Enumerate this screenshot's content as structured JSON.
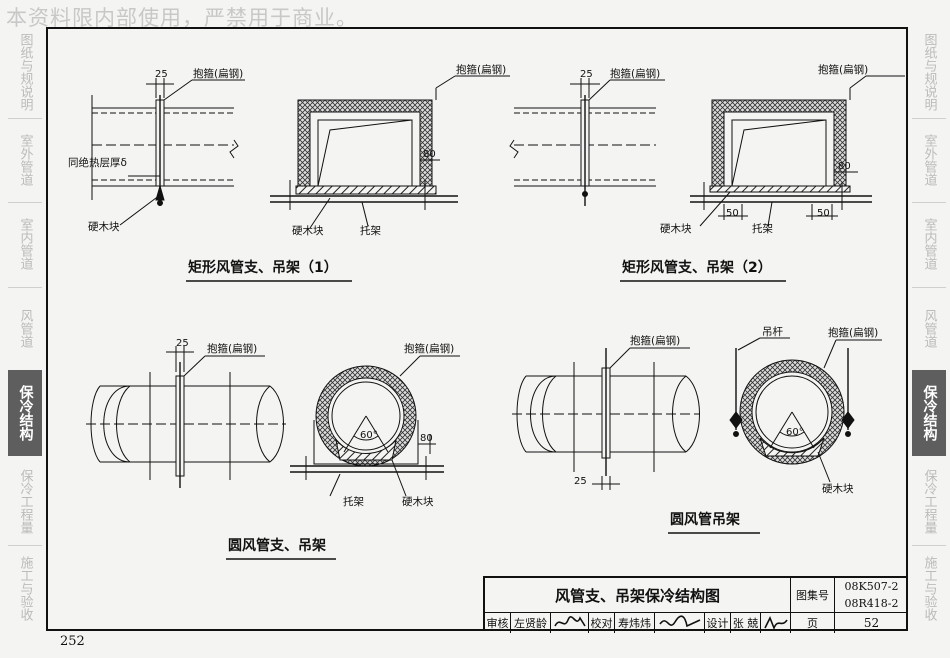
{
  "watermark": "本资料限内部使用，严禁用于商业。",
  "page_number": "252",
  "left_sidebar": [
    {
      "label": "图纸与规说明",
      "active": false
    },
    {
      "label": "室外管道",
      "active": false
    },
    {
      "label": "室内管道",
      "active": false
    },
    {
      "label": "风管道",
      "active": false
    },
    {
      "label": "保冷结构",
      "active": true
    },
    {
      "label": "保冷工程量",
      "active": false
    },
    {
      "label": "施工与验收",
      "active": false
    }
  ],
  "right_sidebar": [
    {
      "label": "图纸与规说明",
      "active": false
    },
    {
      "label": "室外管道",
      "active": false
    },
    {
      "label": "室内管道",
      "active": false
    },
    {
      "label": "风管道",
      "active": false
    },
    {
      "label": "保冷结构",
      "active": true
    },
    {
      "label": "保冷工程量",
      "active": false
    },
    {
      "label": "施工与验收",
      "active": false
    }
  ],
  "labels": {
    "hoop": "抱箍(扁钢)",
    "insulation_thickness": "同绝热层厚δ",
    "wood_block": "硬木块",
    "bracket": "托架",
    "hanger_rod": "吊杆",
    "dim_25": "25",
    "dim_80": "80",
    "dim_50": "50",
    "angle_60": "60°"
  },
  "captions": {
    "rect1": "矩形风管支、吊架（1）",
    "rect2": "矩形风管支、吊架（2）",
    "round_support": "圆风管支、吊架",
    "round_hanger": "圆风管吊架"
  },
  "title_block": {
    "title": "风管支、吊架保冷结构图",
    "atlas_label": "图集号",
    "atlas_no_1": "08K507-2",
    "atlas_no_2": "08R418-2",
    "review_label": "审核",
    "review_name": "左贤龄",
    "check_label": "校对",
    "check_name": "寿炜炜",
    "design_label": "设计",
    "design_name": "张 兢",
    "page_label": "页",
    "page_value": "52"
  },
  "colors": {
    "line": "#111111",
    "active_tab": "#5e5e5e",
    "inactive_tab_text": "#bbbbbb"
  }
}
